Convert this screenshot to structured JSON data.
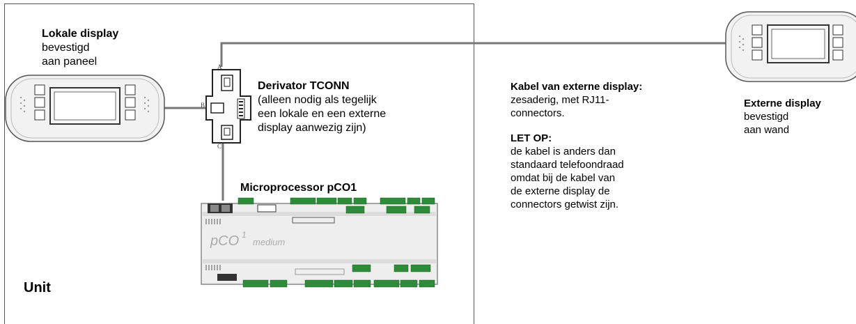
{
  "local_display": {
    "title": "Lokale display",
    "line1": "bevestigd",
    "line2": "aan paneel"
  },
  "derivator": {
    "title": "Derivator TCONN",
    "line1": "(alleen nodig als tegelijk",
    "line2": "een lokale en een externe",
    "line3": "display aanwezig zijn)",
    "port_a": "A",
    "port_b": "B",
    "port_c": "C"
  },
  "microprocessor": {
    "title": "Microprocessor pCO1",
    "board_label": "pCO",
    "board_sup": "1",
    "board_size": "medium"
  },
  "unit_label": "Unit",
  "cable": {
    "title": "Kabel van externe display:",
    "line1": "zesaderig, met RJ11-",
    "line2": "connectors."
  },
  "warning": {
    "title": "LET OP:",
    "line1": "de kabel is anders dan",
    "line2": "standaard telefoondraad",
    "line3": "omdat bij de kabel van",
    "line4": "de externe display de",
    "line5": "connectors getwist zijn."
  },
  "external_display": {
    "title": "Externe display",
    "line1": "bevestigd",
    "line2": "aan wand"
  }
}
